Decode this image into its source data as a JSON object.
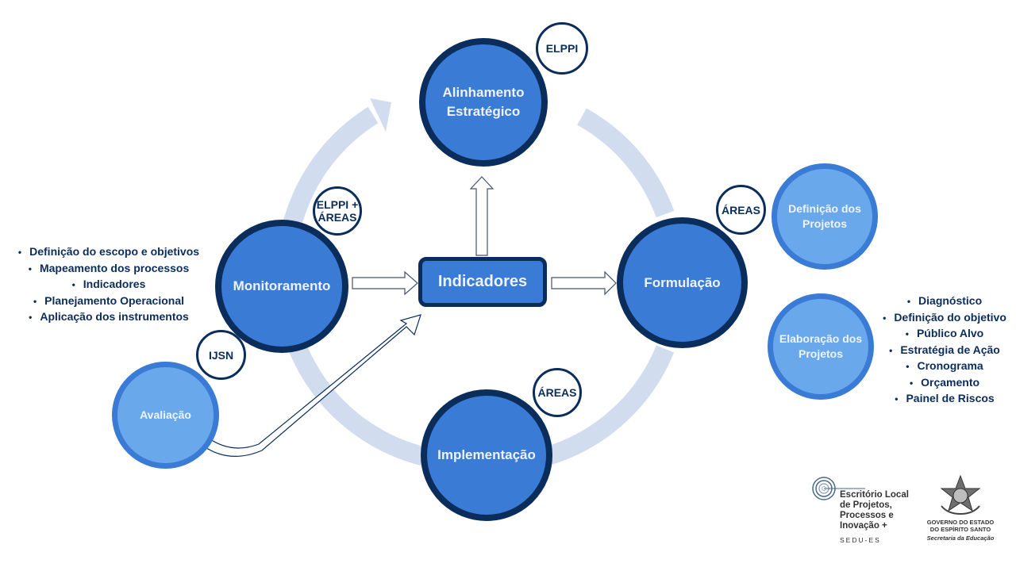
{
  "colors": {
    "cycle_ring": "#d1dcee",
    "main_fill": "#3a7bd5",
    "main_border": "#0b2d5b",
    "light_fill": "#6aa8ec",
    "text_dark": "#0b2d5b",
    "text_light": "#eef3fb"
  },
  "nodes": {
    "alinhamento": {
      "label_line1": "Alinhamento",
      "label_line2": "Estratégico",
      "tag": "ELPPI"
    },
    "formulacao": {
      "label": "Formulação",
      "tag": "ÁREAS"
    },
    "implementacao": {
      "label": "Implementação",
      "tag": "ÁREAS"
    },
    "monitoramento": {
      "label": "Monitoramento",
      "tag_line1": "ELPPI +",
      "tag_line2": "ÁREAS"
    },
    "avaliacao": {
      "label": "Avaliação",
      "tag": "IJSN"
    },
    "indicadores": {
      "label": "Indicadores"
    },
    "definicao_projetos": {
      "label_line1": "Definição dos",
      "label_line2": "Projetos"
    },
    "elaboracao_projetos": {
      "label_line1": "Elaboração dos",
      "label_line2": "Projetos"
    }
  },
  "monitoramento_items": [
    "Definição do escopo e objetivos",
    "Mapeamento dos processos",
    "Indicadores",
    "Planejamento Operacional",
    "Aplicação dos instrumentos"
  ],
  "elaboracao_items": [
    "Diagnóstico",
    "Definição do objetivo",
    "Público Alvo",
    "Estratégia de Ação",
    "Cronograma",
    "Orçamento",
    "Painel de Riscos"
  ],
  "logos": {
    "escritorio": {
      "line1": "Escritório Local",
      "line2": "de Projetos,",
      "line3": "Processos e",
      "line4": "Inovação +",
      "sub": "SEDU-ES"
    },
    "governo": {
      "line1": "GOVERNO DO ESTADO",
      "line2": "DO ESPÍRITO SANTO",
      "line3": "Secretaria da Educação"
    }
  }
}
